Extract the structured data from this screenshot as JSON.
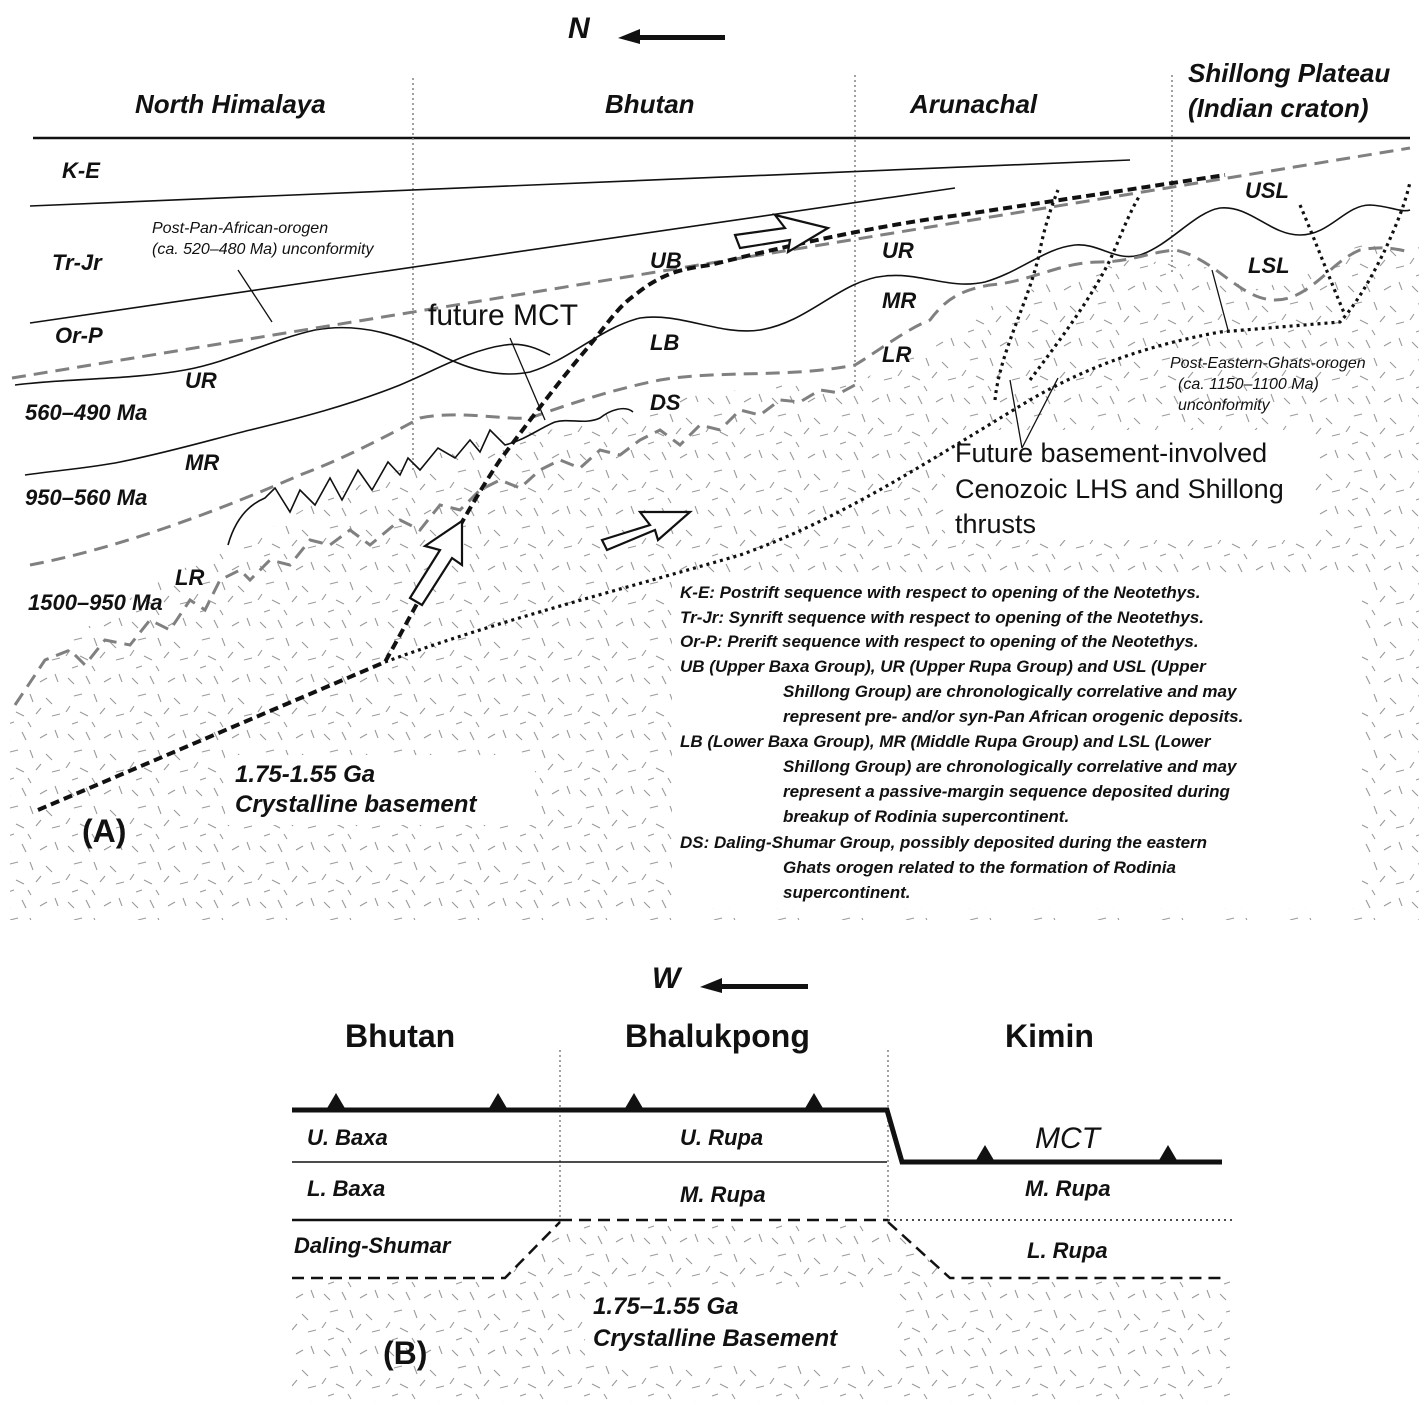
{
  "panel_a": {
    "north_label": "N",
    "panel_label": "(A)",
    "regions": [
      "North Himalaya",
      "Bhutan",
      "Arunachal",
      "Shillong Plateau",
      "(Indian craton)"
    ],
    "units": {
      "ke": "K-E",
      "trjr": "Tr-Jr",
      "orp": "Or-P",
      "ur_left": "UR",
      "mr_left": "MR",
      "lr_left": "LR",
      "ub": "UB",
      "lb": "LB",
      "ds": "DS",
      "ur_right": "UR",
      "mr_right": "MR",
      "lr_right": "LR",
      "usl": "USL",
      "lsl": "LSL"
    },
    "ages": [
      "560–490 Ma",
      "950–560 Ma",
      "1500–950 Ma"
    ],
    "basement": [
      "1.75-1.55 Ga",
      "Crystalline basement"
    ],
    "annotations": {
      "pan_african_1": "Post-Pan-African-orogen",
      "pan_african_2": "(ca. 520–480 Ma) unconformity",
      "future_mct": "future MCT",
      "eastern_ghats_1": "Post-Eastern-Ghats-orogen",
      "eastern_ghats_2": "(ca. 1150–1100 Ma)",
      "eastern_ghats_3": "unconformity",
      "future_thrusts_1": "Future basement-involved",
      "future_thrusts_2": "Cenozoic LHS and Shillong",
      "future_thrusts_3": "thrusts"
    },
    "legend": [
      "K-E: Postrift sequence with respect to opening of the Neotethys.",
      "Tr-Jr: Synrift sequence with respect to opening of the Neotethys.",
      "Or-P: Prerift sequence with respect to opening of the Neotethys.",
      "UB (Upper Baxa Group), UR (Upper Rupa Group) and USL (Upper",
      "Shillong Group) are chronologically correlative and may",
      "represent pre- and/or syn-Pan African orogenic deposits.",
      "LB (Lower Baxa Group), MR (Middle Rupa Group) and LSL (Lower",
      "Shillong Group) are chronologically correlative and may",
      "represent a passive-margin sequence deposited during",
      "breakup of Rodinia supercontinent.",
      "DS: Daling-Shumar Group, possibly deposited during the eastern",
      "Ghats orogen related to the formation of Rodinia",
      "supercontinent."
    ]
  },
  "panel_b": {
    "west_label": "W",
    "panel_label": "(B)",
    "regions": [
      "Bhutan",
      "Bhalukpong",
      "Kimin"
    ],
    "mct": "MCT",
    "units": {
      "u_baxa": "U. Baxa",
      "l_baxa": "L. Baxa",
      "daling": "Daling-Shumar",
      "u_rupa": "U. Rupa",
      "m_rupa_mid": "M. Rupa",
      "m_rupa_right": "M. Rupa",
      "l_rupa": "L. Rupa"
    },
    "basement": [
      "1.75–1.55 Ga",
      "Crystalline Basement"
    ]
  }
}
